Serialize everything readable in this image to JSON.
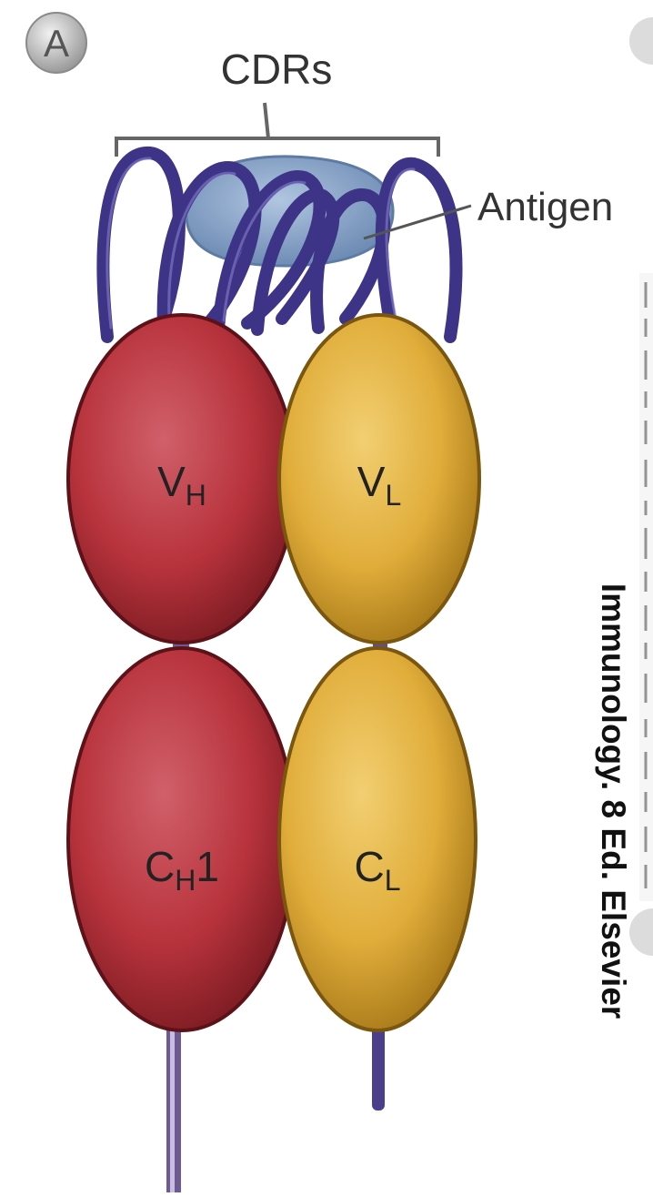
{
  "panel": {
    "letter": "A"
  },
  "labels": {
    "cdrs": "CDRs",
    "antigen": "Antigen",
    "vh": {
      "main": "V",
      "sub": "H"
    },
    "vl": {
      "main": "V",
      "sub": "L"
    },
    "ch1": {
      "main": "C",
      "sub": "H",
      "suffix": "1"
    },
    "cl": {
      "main": "C",
      "sub": "L"
    }
  },
  "credit": {
    "line1": "Immunology. 8 Ed. Elsevier"
  },
  "colors": {
    "heavy_chain": "#b8333c",
    "light_chain": "#e0ad3a",
    "loops": "#3e3487",
    "antigen": "#7e9dc6"
  }
}
